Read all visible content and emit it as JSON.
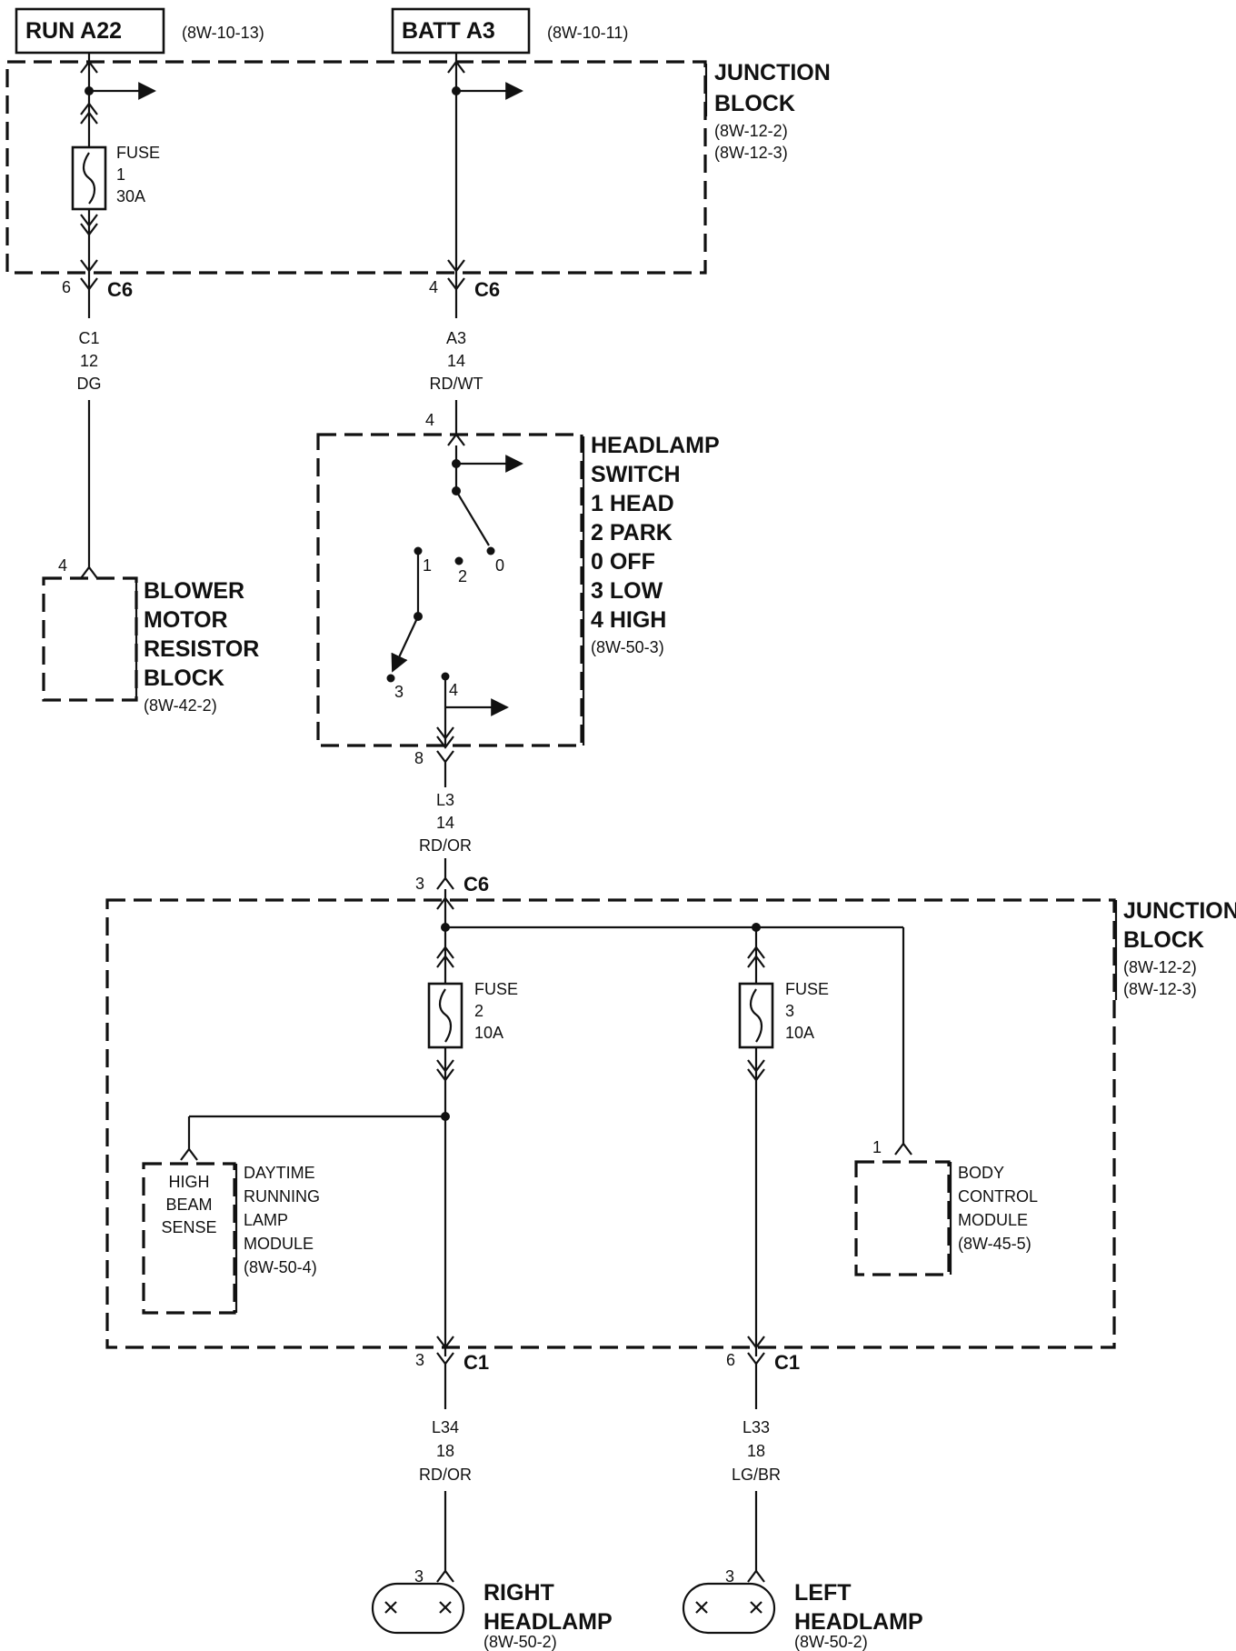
{
  "sources": {
    "run": {
      "label": "RUN A22",
      "ref": "(8W-10-13)"
    },
    "batt": {
      "label": "BATT A3",
      "ref": "(8W-10-11)"
    }
  },
  "junction_top": {
    "title1": "JUNCTION",
    "title2": "BLOCK",
    "ref1": "(8W-12-2)",
    "ref2": "(8W-12-3)"
  },
  "fuse1": {
    "l1": "FUSE",
    "l2": "1",
    "l3": "30A"
  },
  "c6_left": {
    "pin": "6",
    "name": "C6"
  },
  "c6_right": {
    "pin": "4",
    "name": "C6"
  },
  "wire_c1": {
    "circuit": "C1",
    "gauge": "12",
    "color": "DG"
  },
  "wire_a3": {
    "circuit": "A3",
    "gauge": "14",
    "color": "RD/WT"
  },
  "blower": {
    "pin": "4",
    "l1": "BLOWER",
    "l2": "MOTOR",
    "l3": "RESISTOR",
    "l4": "BLOCK",
    "ref": "(8W-42-2)"
  },
  "headlamp_switch": {
    "pin_in": "4",
    "pin_out": "8",
    "l1": "HEADLAMP",
    "l2": "SWITCH",
    "l3": "1 HEAD",
    "l4": "2 PARK",
    "l5": "0 OFF",
    "l6": "3 LOW",
    "l7": "4 HIGH",
    "ref": "(8W-50-3)",
    "pos1": "1",
    "pos2": "2",
    "pos0": "0",
    "pos3": "3",
    "pos4": "4"
  },
  "wire_l3": {
    "circuit": "L3",
    "gauge": "14",
    "color": "RD/OR"
  },
  "c6_bottom": {
    "pin": "3",
    "name": "C6"
  },
  "junction_bottom": {
    "title1": "JUNCTION",
    "title2": "BLOCK",
    "ref1": "(8W-12-2)",
    "ref2": "(8W-12-3)"
  },
  "fuse2": {
    "l1": "FUSE",
    "l2": "2",
    "l3": "10A"
  },
  "fuse3": {
    "l1": "FUSE",
    "l2": "3",
    "l3": "10A"
  },
  "drl": {
    "inner1": "HIGH",
    "inner2": "BEAM",
    "inner3": "SENSE",
    "l1": "DAYTIME",
    "l2": "RUNNING",
    "l3": "LAMP",
    "l4": "MODULE",
    "ref": "(8W-50-4)"
  },
  "bcm": {
    "pin": "1",
    "l1": "BODY",
    "l2": "CONTROL",
    "l3": "MODULE",
    "ref": "(8W-45-5)"
  },
  "c1_right": {
    "pin": "3",
    "name": "C1"
  },
  "c1_left": {
    "pin": "6",
    "name": "C1"
  },
  "wire_l34": {
    "circuit": "L34",
    "gauge": "18",
    "color": "RD/OR"
  },
  "wire_l33": {
    "circuit": "L33",
    "gauge": "18",
    "color": "LG/BR"
  },
  "right_headlamp": {
    "pin": "3",
    "l1": "RIGHT",
    "l2": "HEADLAMP",
    "ref": "(8W-50-2)"
  },
  "left_headlamp": {
    "pin": "3",
    "l1": "LEFT",
    "l2": "HEADLAMP",
    "ref": "(8W-50-2)"
  }
}
